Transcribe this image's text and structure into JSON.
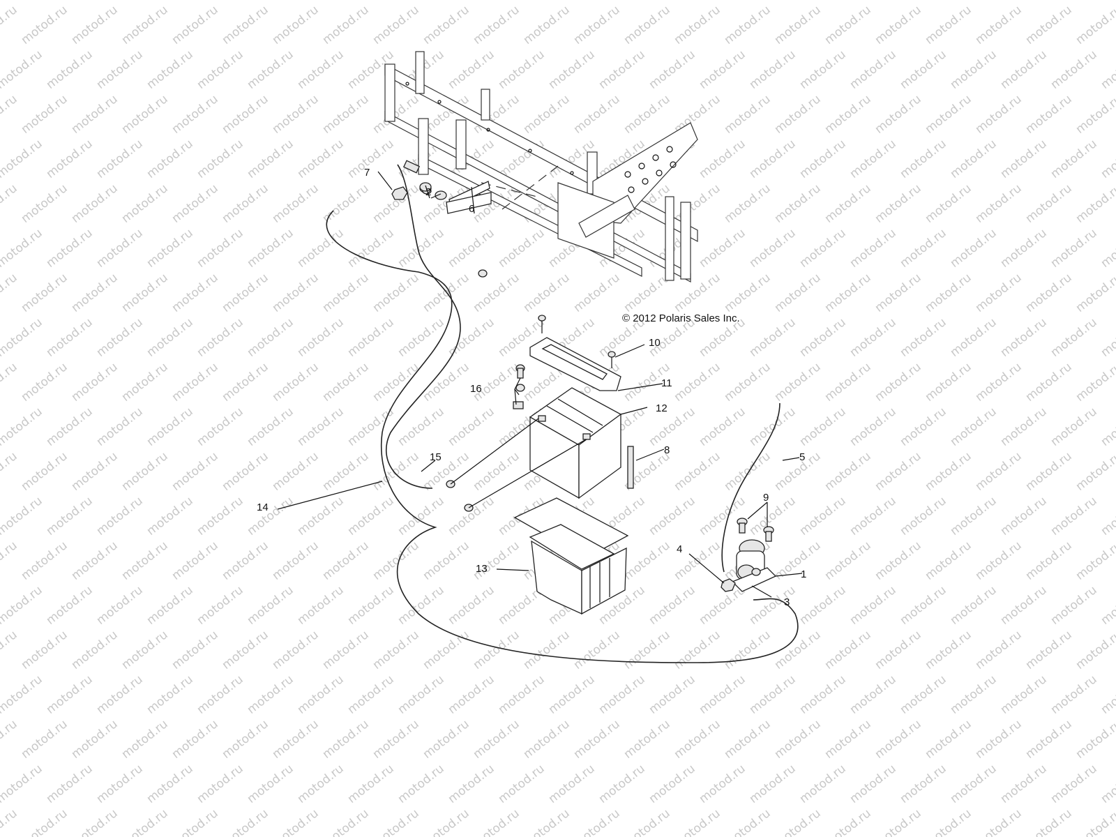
{
  "watermark": {
    "text": "motod.ru",
    "color": "#c8c8c8"
  },
  "copyright": "© 2012 Polaris Sales Inc.",
  "callouts": [
    {
      "id": "1",
      "label": "1"
    },
    {
      "id": "2",
      "label": "2"
    },
    {
      "id": "3",
      "label": "3"
    },
    {
      "id": "4",
      "label": "4"
    },
    {
      "id": "5",
      "label": "5"
    },
    {
      "id": "6",
      "label": "6"
    },
    {
      "id": "7",
      "label": "7"
    },
    {
      "id": "8",
      "label": "8"
    },
    {
      "id": "9",
      "label": "9"
    },
    {
      "id": "10",
      "label": "10"
    },
    {
      "id": "11",
      "label": "11"
    },
    {
      "id": "12",
      "label": "12"
    },
    {
      "id": "13",
      "label": "13"
    },
    {
      "id": "14",
      "label": "14"
    },
    {
      "id": "15",
      "label": "15"
    },
    {
      "id": "16",
      "label": "16"
    }
  ]
}
